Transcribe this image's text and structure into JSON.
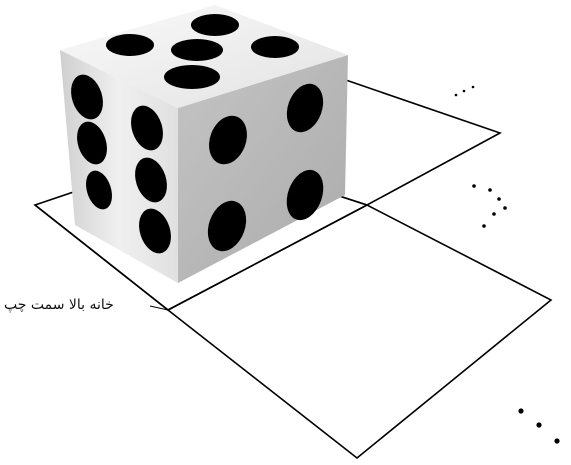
{
  "labels": {
    "top_left_cell": "خانه بالا سمت چپ"
  },
  "dice": {
    "top_face_pips": 5,
    "left_face_pips": 6,
    "right_face_pips": 4
  },
  "board": {
    "visible_cells": 4
  },
  "colors": {
    "top_face": "#f2f2f2",
    "left_face": "#e6e6e6",
    "right_face": "#bdbdbd",
    "pip": "#000000",
    "grid_line": "#000000"
  }
}
